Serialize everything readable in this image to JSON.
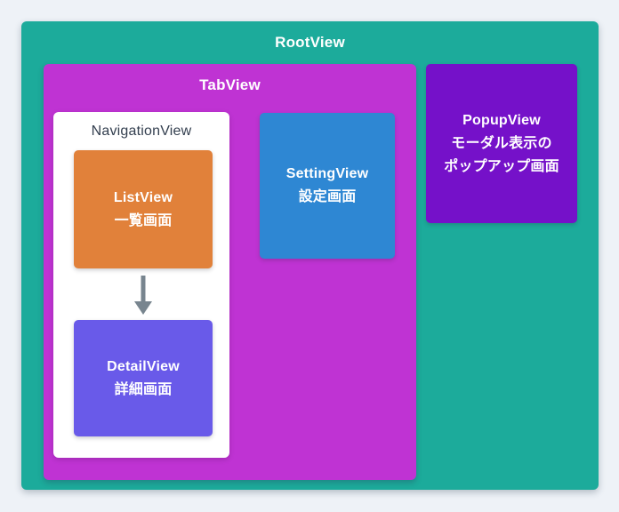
{
  "diagram": {
    "page_background": "#eef2f7",
    "root": {
      "label": "RootView",
      "color": "#1cab9b"
    },
    "tab": {
      "label": "TabView",
      "color": "#bf33d3"
    },
    "navigation": {
      "label": "NavigationView",
      "color": "#ffffff",
      "text_color": "#333f4f"
    },
    "list": {
      "title": "ListView",
      "subtitle": "一覧画面",
      "color": "#e1813a"
    },
    "detail": {
      "title": "DetailView",
      "subtitle": "詳細画面",
      "color": "#695ae9"
    },
    "setting": {
      "title": "SettingView",
      "subtitle": "設定画面",
      "color": "#2e87d3"
    },
    "popup": {
      "title": "PopupView",
      "subtitle_line1": "モーダル表示の",
      "subtitle_line2": "ポップアップ画面",
      "color": "#7511c9"
    },
    "arrow_icon": {
      "name": "down-arrow",
      "color": "#78858f"
    }
  }
}
